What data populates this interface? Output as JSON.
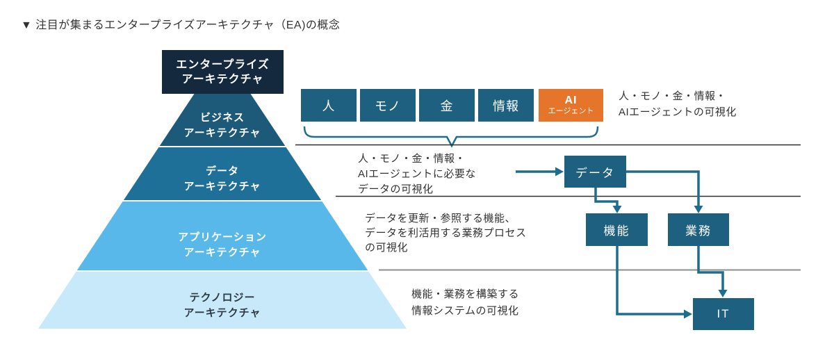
{
  "title": "▼ 注目が集まるエンタープライズアーキテクチャ（EA)の概念",
  "pyramid": {
    "top_box": {
      "line1": "エンタープライズ",
      "line2": "アーキテクチャ"
    },
    "layers": [
      {
        "line1": "ビジネス",
        "line2": "アーキテクチャ"
      },
      {
        "line1": "データ",
        "line2": "アーキテクチャ"
      },
      {
        "line1": "アプリケーション",
        "line2": "アーキテクチャ"
      },
      {
        "line1": "テクノロジー",
        "line2": "アーキテクチャ"
      }
    ]
  },
  "resources": {
    "items": [
      {
        "label": "人"
      },
      {
        "label": "モノ"
      },
      {
        "label": "金"
      },
      {
        "label": "情報"
      }
    ],
    "ai_item": {
      "line1": "AI",
      "line2": "エージェント"
    }
  },
  "annotations": {
    "row1": "人・モノ・金・情報・\nAIエージェントの可視化",
    "row2": "人・モノ・金・情報・\nAIエージェントに必要な\nデータの可視化",
    "row3": "データを更新・参照する機能、\nデータを利活用する業務プロセス\nの可視化",
    "row4": "機能・業務を構築する\n情報システムの可視化"
  },
  "flow_nodes": {
    "data": "データ",
    "function": "機能",
    "operations": "業務",
    "it": "IT"
  },
  "colors": {
    "top_box_navy": "#15293e",
    "layer_business": "#1d5a7a",
    "layer_data": "#1f7098",
    "layer_application": "#58b8e9",
    "layer_technology": "#c7e9f9",
    "node_teal": "#1e6080",
    "accent_orange": "#e5752a",
    "connector_teal": "#1f6d8e",
    "separator_dark": "#2f2f2f",
    "separator_gray": "#8c8c8c",
    "text": "#333333"
  }
}
